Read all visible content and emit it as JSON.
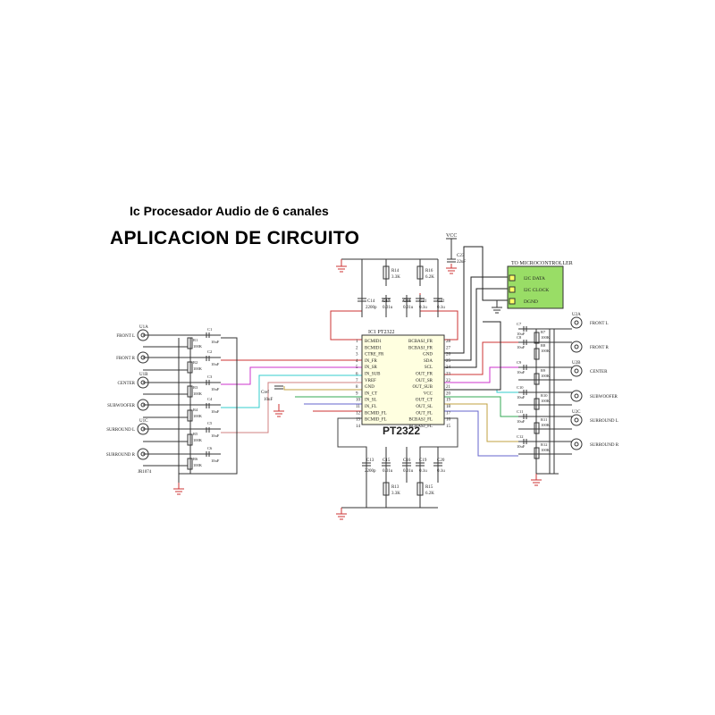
{
  "header": {
    "subtitle": "Ic Procesador Audio de 6 canales",
    "title": "APLICACION DE CIRCUITO"
  },
  "ic": {
    "label": "IC1  PT2322",
    "part": "PT2322",
    "left_pins": [
      "BCMID1",
      "BCMID1",
      "CTRE_FR",
      "IN_FR",
      "IN_SR",
      "IN_SUB",
      "VREF",
      "GND",
      "IN_CT",
      "IN_SL",
      "IN_FL",
      "BCMID_FL",
      "BCMID_FL"
    ],
    "left_nums": [
      "1",
      "2",
      "3",
      "4",
      "5",
      "6",
      "7",
      "8",
      "9",
      "10",
      "11",
      "12",
      "13",
      "14"
    ],
    "right_pins": [
      "BCBASJ_FR",
      "BCBASJ_FR",
      "GND",
      "SDA",
      "SCL",
      "OUT_FR",
      "OUT_SR",
      "OUT_SUB",
      "VCC",
      "OUT_CT",
      "OUT_SL",
      "OUT_FL",
      "BCBASJ_FL",
      "BCBASJ_FL"
    ],
    "right_nums": [
      "28",
      "27",
      "26",
      "25",
      "24",
      "23",
      "22",
      "21",
      "20",
      "19",
      "18",
      "17",
      "16",
      "15"
    ]
  },
  "micro": {
    "title": "TO MICROCONTROLLER",
    "pins": [
      "I2C DATA",
      "I2C CLOCK",
      "DGND"
    ]
  },
  "vcc_label": "VCC",
  "left_connectors": [
    {
      "ref": "U1A",
      "label": "FRONT L"
    },
    {
      "ref": "",
      "label": "FRONT R"
    },
    {
      "ref": "U1B",
      "label": "CENTER"
    },
    {
      "ref": "",
      "label": "SUBWOOFER"
    },
    {
      "ref": "U1C",
      "label": "SURROUND L"
    },
    {
      "ref": "",
      "label": "SURROUND R"
    }
  ],
  "left_footer": "JR1074",
  "right_connectors": [
    {
      "ref": "U2A",
      "label": "FRONT L"
    },
    {
      "ref": "",
      "label": "FRONT R"
    },
    {
      "ref": "U2B",
      "label": "CENTER"
    },
    {
      "ref": "",
      "label": "SUBWOOFER"
    },
    {
      "ref": "U2C",
      "label": "SURROUND L"
    },
    {
      "ref": "",
      "label": "SURROUND R"
    }
  ],
  "left_caps": [
    "C1",
    "C2",
    "C3",
    "C4",
    "C5",
    "C6"
  ],
  "left_res": [
    "R1",
    "R2",
    "R3",
    "R4",
    "R5",
    "R6"
  ],
  "right_caps": [
    "C7",
    "C8",
    "C9",
    "C10",
    "C11",
    "C12"
  ],
  "right_res": [
    "R7",
    "R8",
    "R9",
    "R10",
    "R11",
    "R12"
  ],
  "cap_value": "10uF",
  "res_value": "100K",
  "top_parts": {
    "r14": "R14",
    "r14_val": "3.3K",
    "r16": "R16",
    "r16_val": "6.2K",
    "c14": "C14",
    "c14_val": "2200p",
    "c17": "C17",
    "c17_val": "0.01u",
    "c18": "C18",
    "c18_val": "0.01u",
    "c21": "C21",
    "c21_val": "0.1u",
    "c22": "C22",
    "c22_val": "0.1u",
    "c23": "C23",
    "c23_val": "22uF"
  },
  "bottom_parts": {
    "c13": "C13",
    "c13_val": "2200p",
    "c15": "C15",
    "c15_val": "0.01u",
    "c16": "C16",
    "c16_val": "0.01u",
    "c19": "C19",
    "c19_val": "0.1u",
    "c20": "C20",
    "c20_val": "0.1u",
    "r13": "R13",
    "r13_val": "3.3K",
    "r15": "R15",
    "r15_val": "6.2K"
  },
  "cref": {
    "label": "Cref",
    "value": "10uF"
  }
}
